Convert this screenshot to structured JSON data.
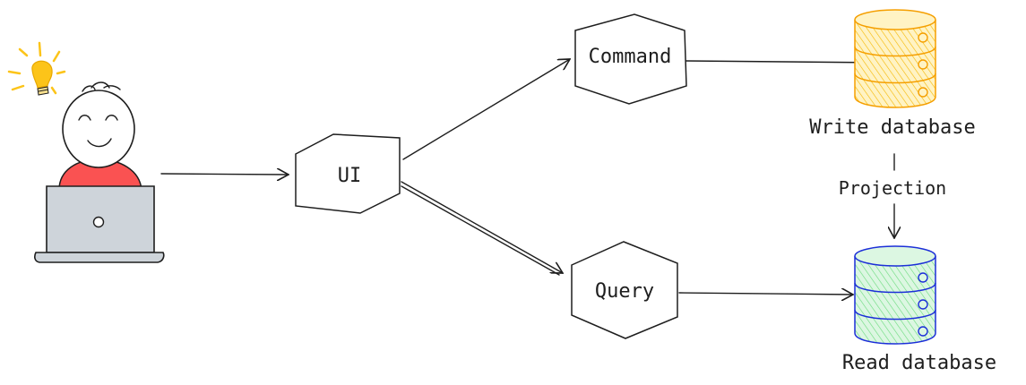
{
  "nodes": {
    "ui": {
      "label": "UI"
    },
    "command": {
      "label": "Command"
    },
    "query": {
      "label": "Query"
    },
    "write_db": {
      "label": "Write database"
    },
    "read_db": {
      "label": "Read database"
    }
  },
  "edges": {
    "projection": {
      "label": "Projection"
    }
  },
  "colors": {
    "write_db_fill": "#ffe9a8",
    "write_db_stroke": "#f59f00",
    "read_db_fill": "#c9f2d2",
    "read_db_stroke": "#1c2fd8",
    "shirt": "#fa5252",
    "laptop": "#ced4da",
    "bulb": "#fcc419"
  }
}
